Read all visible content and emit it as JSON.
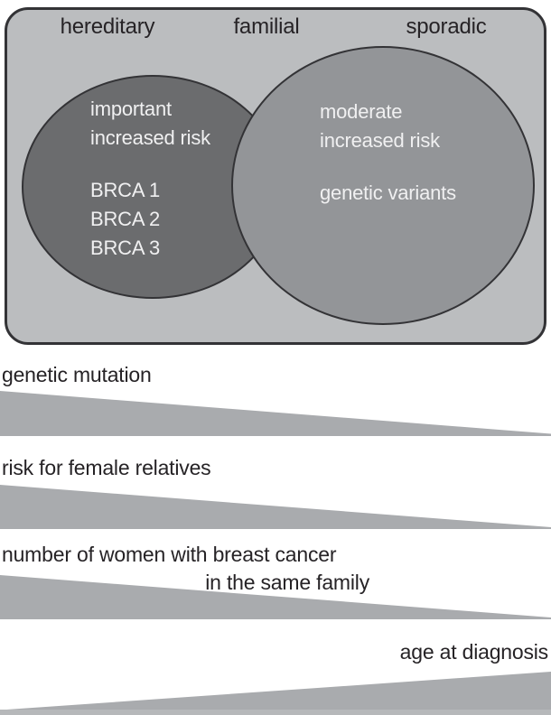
{
  "figure": {
    "venn": {
      "region_labels": [
        "hereditary",
        "familial",
        "sporadic"
      ],
      "hereditary_circle": {
        "line1": "important",
        "line2": "increased risk",
        "items": [
          "BRCA 1",
          "BRCA 2",
          "BRCA 3"
        ]
      },
      "sporadic_circle": {
        "line1": "moderate",
        "line2": "increased risk",
        "items": [
          "genetic variants"
        ]
      }
    },
    "scales": [
      {
        "label": "genetic mutation",
        "direction": "decreasing-left-to-right"
      },
      {
        "label": "risk for female relatives",
        "direction": "decreasing-left-to-right"
      },
      {
        "label": "number of women with breast cancer",
        "label_line2": "in the same family",
        "direction": "decreasing-left-to-right"
      },
      {
        "label": "age at diagnosis",
        "direction": "increasing-left-to-right"
      }
    ],
    "colors": {
      "panel_bg": "#bbbdbf",
      "hereditary_circle": "#6b6c6e",
      "sporadic_circle": "#939598",
      "wedge": "#a9abae",
      "outline": "#333336",
      "text_dark": "#262326",
      "text_light": "#f0f0f1",
      "baseline_bar": "#b6b8ba"
    }
  }
}
